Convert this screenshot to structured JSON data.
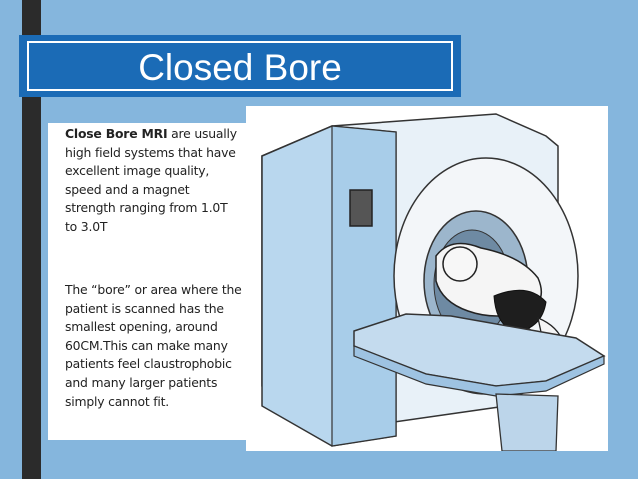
{
  "slide": {
    "title": "Closed Bore",
    "paragraph1": {
      "bold": "Close Bore MRI",
      "text": " are usually high field systems that have excellent image quality, speed and a magnet strength ranging from 1.0T to 3.0T"
    },
    "paragraph2": "The “bore” or area where the patient is scanned has the smallest opening, around 60CM.This can make many patients feel claustrophobic and many larger patients simply cannot fit."
  },
  "colors": {
    "background": "#85b6dd",
    "banner": "#1b6bb6",
    "left_bar": "#2b2b2b"
  }
}
